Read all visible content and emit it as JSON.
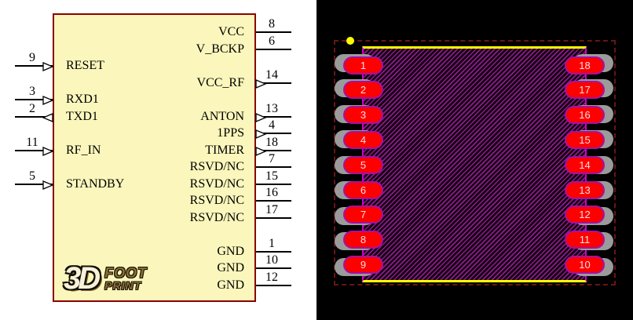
{
  "schematic": {
    "logo": {
      "big": "3D",
      "top_word": "FOOT",
      "bottom_word": "PRINT"
    },
    "pins_left": [
      {
        "number": "9",
        "label": "RESET",
        "direction": "in",
        "row": 2
      },
      {
        "number": "3",
        "label": "RXD1",
        "direction": "in",
        "row": 4
      },
      {
        "number": "2",
        "label": "TXD1",
        "direction": "out",
        "row": 5
      },
      {
        "number": "11",
        "label": "RF_IN",
        "direction": "in",
        "row": 7
      },
      {
        "number": "5",
        "label": "STANDBY",
        "direction": "in",
        "row": 9
      }
    ],
    "pins_right": [
      {
        "number": "8",
        "label": "VCC",
        "direction": "none",
        "row": 0
      },
      {
        "number": "6",
        "label": "V_BCKP",
        "direction": "none",
        "row": 1
      },
      {
        "number": "14",
        "label": "VCC_RF",
        "direction": "out",
        "row": 3
      },
      {
        "number": "13",
        "label": "ANTON",
        "direction": "out",
        "row": 5
      },
      {
        "number": "4",
        "label": "1PPS",
        "direction": "out",
        "row": 6
      },
      {
        "number": "18",
        "label": "TIMER",
        "direction": "out",
        "row": 7
      },
      {
        "number": "7",
        "label": "RSVD/NC",
        "direction": "none",
        "row": 8
      },
      {
        "number": "15",
        "label": "RSVD/NC",
        "direction": "none",
        "row": 9
      },
      {
        "number": "16",
        "label": "RSVD/NC",
        "direction": "none",
        "row": 10
      },
      {
        "number": "17",
        "label": "RSVD/NC",
        "direction": "none",
        "row": 11
      },
      {
        "number": "1",
        "label": "GND",
        "direction": "none",
        "row": 13
      },
      {
        "number": "10",
        "label": "GND",
        "direction": "none",
        "row": 14
      },
      {
        "number": "12",
        "label": "GND",
        "direction": "none",
        "row": 15
      }
    ],
    "colors": {
      "panel_background": "#FFFFFF",
      "body_fill": "#FBF7BC",
      "body_border": "#8B0000",
      "wire": "#000000",
      "text": "#000000"
    }
  },
  "footprint": {
    "pad_rows": [
      {
        "left": "1",
        "right": "18"
      },
      {
        "left": "2",
        "right": "17"
      },
      {
        "left": "3",
        "right": "16"
      },
      {
        "left": "4",
        "right": "15"
      },
      {
        "left": "5",
        "right": "14"
      },
      {
        "left": "6",
        "right": "13"
      },
      {
        "left": "7",
        "right": "12"
      },
      {
        "left": "8",
        "right": "11"
      },
      {
        "left": "9",
        "right": "10"
      }
    ],
    "colors": {
      "background": "#000000",
      "pad_fill": "#FF0000",
      "pad_outline": "#A312A3",
      "pad_shadow": "#9B9B9B",
      "pad_number": "#FFDFDF",
      "silkscreen": "#FFFF00",
      "body_edge": "#CC00CC",
      "hatch": "#8A1D8A",
      "hatch_dark": "#160113",
      "courtyard": "#6B1414"
    }
  }
}
